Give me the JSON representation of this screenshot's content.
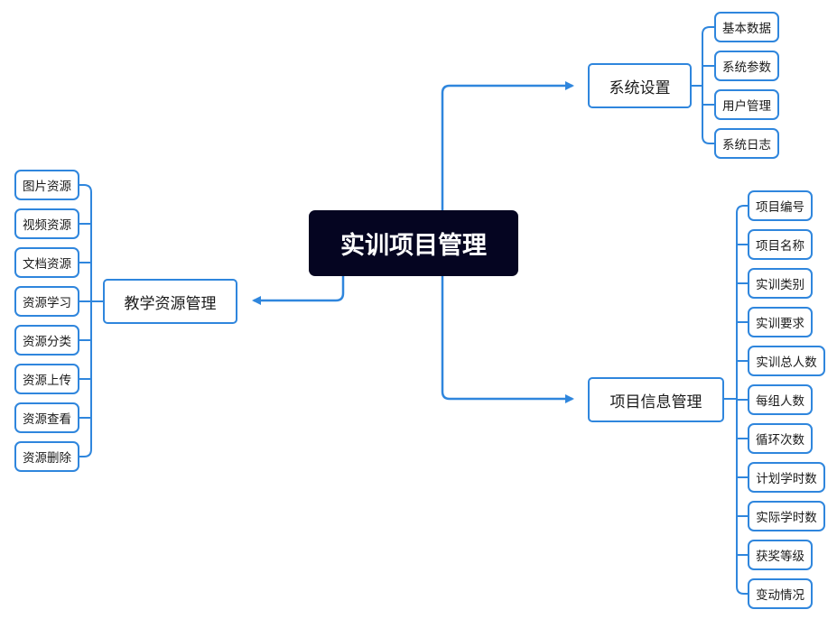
{
  "root": {
    "label": "实训项目管理"
  },
  "branches": {
    "system_settings": {
      "label": "系统设置",
      "items": [
        "基本数据",
        "系统参数",
        "用户管理",
        "系统日志"
      ]
    },
    "project_info": {
      "label": "项目信息管理",
      "items": [
        "项目编号",
        "项目名称",
        "实训类别",
        "实训要求",
        "实训总人数",
        "每组人数",
        "循环次数",
        "计划学时数",
        "实际学时数",
        "获奖等级",
        "变动情况"
      ]
    },
    "teaching_resources": {
      "label": "教学资源管理",
      "items": [
        "图片资源",
        "视频资源",
        "文档资源",
        "资源学习",
        "资源分类",
        "资源上传",
        "资源查看",
        "资源删除"
      ]
    }
  },
  "colors": {
    "accent": "#2f86dd",
    "root_bg": "#050521",
    "root_text": "#ffffff"
  }
}
